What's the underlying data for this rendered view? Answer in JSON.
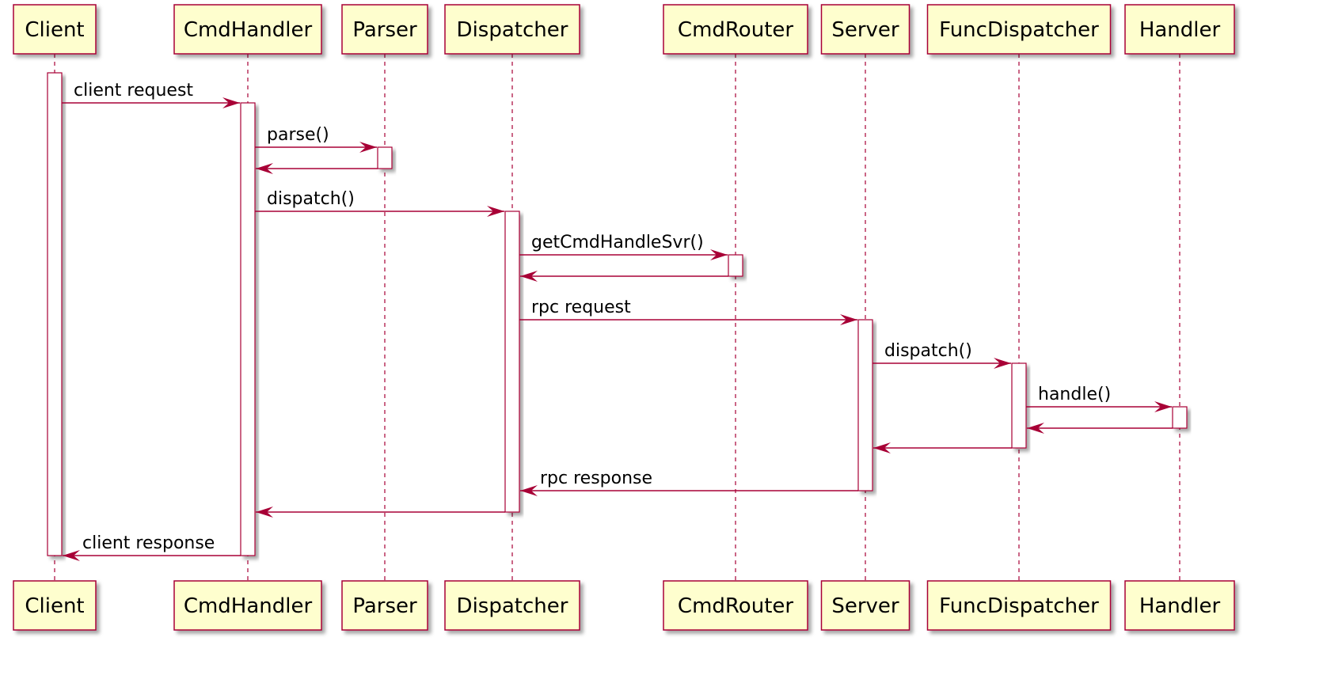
{
  "diagram": {
    "participants": [
      {
        "id": "client",
        "label": "Client"
      },
      {
        "id": "cmdhandler",
        "label": "CmdHandler"
      },
      {
        "id": "parser",
        "label": "Parser"
      },
      {
        "id": "dispatcher",
        "label": "Dispatcher"
      },
      {
        "id": "cmdrouter",
        "label": "CmdRouter"
      },
      {
        "id": "server",
        "label": "Server"
      },
      {
        "id": "funcdispatcher",
        "label": "FuncDispatcher"
      },
      {
        "id": "handler",
        "label": "Handler"
      }
    ],
    "messages": [
      {
        "from": "client",
        "to": "cmdhandler",
        "label": "client request"
      },
      {
        "from": "cmdhandler",
        "to": "parser",
        "label": "parse()"
      },
      {
        "from": "parser",
        "to": "cmdhandler",
        "label": ""
      },
      {
        "from": "cmdhandler",
        "to": "dispatcher",
        "label": "dispatch()"
      },
      {
        "from": "dispatcher",
        "to": "cmdrouter",
        "label": "getCmdHandleSvr()"
      },
      {
        "from": "cmdrouter",
        "to": "dispatcher",
        "label": ""
      },
      {
        "from": "dispatcher",
        "to": "server",
        "label": "rpc request"
      },
      {
        "from": "server",
        "to": "funcdispatcher",
        "label": "dispatch()"
      },
      {
        "from": "funcdispatcher",
        "to": "handler",
        "label": "handle()"
      },
      {
        "from": "handler",
        "to": "funcdispatcher",
        "label": ""
      },
      {
        "from": "funcdispatcher",
        "to": "server",
        "label": ""
      },
      {
        "from": "server",
        "to": "dispatcher",
        "label": "rpc response"
      },
      {
        "from": "dispatcher",
        "to": "cmdhandler",
        "label": ""
      },
      {
        "from": "cmdhandler",
        "to": "client",
        "label": "client response"
      }
    ],
    "colors": {
      "line": "#A80036",
      "participant_fill": "#FEFECE",
      "activation_fill": "#FFFFFF"
    }
  }
}
